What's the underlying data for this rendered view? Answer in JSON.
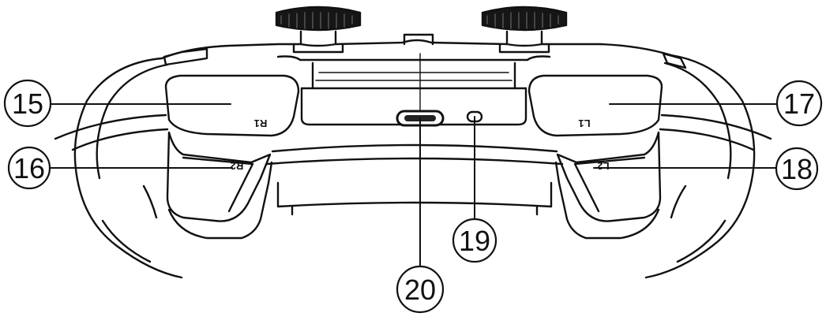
{
  "diagram": {
    "callouts": [
      {
        "id": "15",
        "label": "15",
        "part": "R1"
      },
      {
        "id": "16",
        "label": "16",
        "part": "R2"
      },
      {
        "id": "17",
        "label": "17",
        "part": "L1"
      },
      {
        "id": "18",
        "label": "18",
        "part": "L2"
      },
      {
        "id": "19",
        "label": "19",
        "part": "indicator-hole"
      },
      {
        "id": "20",
        "label": "20",
        "part": "usb-c-port"
      }
    ],
    "button_labels": {
      "r1": "R1",
      "r2": "R2",
      "l1": "L1",
      "l2": "L2"
    }
  }
}
